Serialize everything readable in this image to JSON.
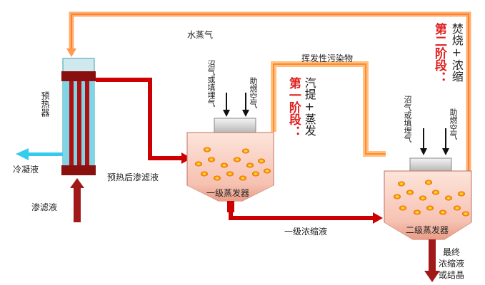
{
  "labels": {
    "steam": "水蒸气",
    "volatile": "挥发性污染物",
    "preheater": "预热器",
    "condensate": "冷凝液",
    "preheated_leachate": "预热后渗滤液",
    "leachate": "渗滤液",
    "first_evaporator": "一级蒸发器",
    "first_concentrate": "一级浓缩液",
    "second_evaporator": "二级蒸发器",
    "final_out_line1": "最终",
    "final_out_line2": "浓缩液",
    "final_out_line3": "或结晶"
  },
  "inputs": {
    "first_gas": "沼气或填埋气",
    "first_air": "助燃空气",
    "second_gas": "沼气或填埋气",
    "second_air": "助燃空气"
  },
  "stages": {
    "one_title": "第一阶段：",
    "one_desc": "汽提+蒸发",
    "two_title": "第二阶段：",
    "two_desc": "焚烧+浓缩"
  },
  "colors": {
    "hot_pipe": "#cc0000",
    "steam_pipe": "#ffa95a",
    "condensate_arrow": "#33ccee",
    "leachate_pipe": "#a11a1a",
    "evaporator_fill": "#f8c8b8"
  }
}
